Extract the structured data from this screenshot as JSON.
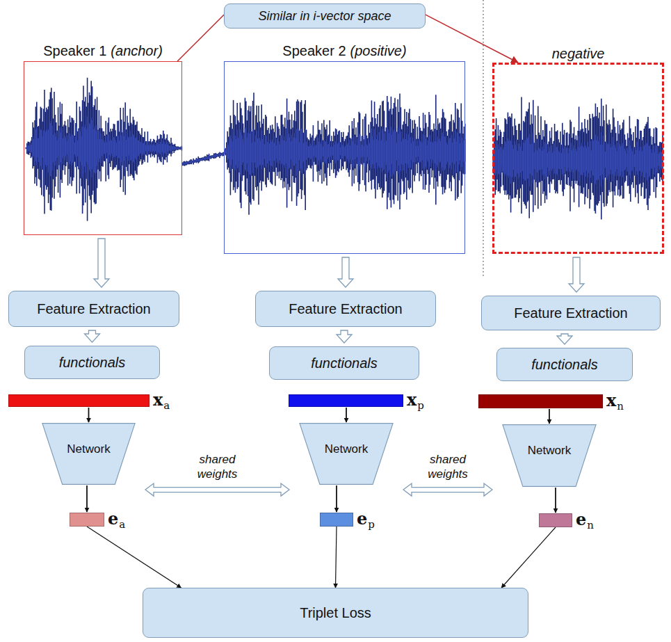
{
  "diagram": {
    "nodes": [
      {
        "text": [
          "Similar in i-vector space"
        ]
      },
      {
        "text": [
          "Speaker 1",
          "(anchor)"
        ]
      },
      {
        "text": [
          "Speaker 2",
          "(positive)"
        ]
      },
      {
        "text": [
          "negative"
        ]
      },
      {
        "text": [
          "Feature Extraction"
        ]
      },
      {
        "text": [
          "Feature Extraction"
        ]
      },
      {
        "text": [
          "Feature Extraction"
        ]
      },
      {
        "text": [
          "functionals"
        ]
      },
      {
        "text": [
          "functionals"
        ]
      },
      {
        "text": [
          "functionals"
        ]
      },
      {
        "text": [
          "x",
          "a"
        ]
      },
      {
        "text": [
          "x",
          "p"
        ]
      },
      {
        "text": [
          "x",
          "n"
        ]
      },
      {
        "text": [
          "Network"
        ]
      },
      {
        "text": [
          "Network"
        ]
      },
      {
        "text": [
          "Network"
        ]
      },
      {
        "text": [
          "e",
          "a"
        ]
      },
      {
        "text": [
          "e",
          "p"
        ]
      },
      {
        "text": [
          "e",
          "n"
        ]
      },
      {
        "text": [
          "Triplet Loss"
        ]
      }
    ],
    "edges": [
      {
        "from": 0,
        "to": 1,
        "arrow": "none"
      },
      {
        "from": 0,
        "to": 3,
        "arrow": "to"
      },
      {
        "from": 1,
        "to": 4,
        "arrow": "to"
      },
      {
        "from": 2,
        "to": 5,
        "arrow": "to"
      },
      {
        "from": 3,
        "to": 6,
        "arrow": "to"
      },
      {
        "from": 4,
        "to": 7,
        "arrow": "to"
      },
      {
        "from": 5,
        "to": 8,
        "arrow": "to"
      },
      {
        "from": 6,
        "to": 9,
        "arrow": "to"
      },
      {
        "from": 10,
        "to": 13,
        "arrow": "to"
      },
      {
        "from": 11,
        "to": 14,
        "arrow": "to"
      },
      {
        "from": 12,
        "to": 15,
        "arrow": "to"
      },
      {
        "from": 13,
        "to": 16,
        "arrow": "to"
      },
      {
        "from": 14,
        "to": 17,
        "arrow": "to"
      },
      {
        "from": 15,
        "to": 18,
        "arrow": "to"
      },
      {
        "from": 16,
        "to": 19,
        "arrow": "to"
      },
      {
        "from": 17,
        "to": 19,
        "arrow": "to"
      },
      {
        "from": 18,
        "to": 19,
        "arrow": "to"
      },
      {
        "from": 13,
        "to": 14,
        "label": "shared weights",
        "arrow": "both"
      },
      {
        "from": 14,
        "to": 15,
        "label": "shared weights",
        "arrow": "both"
      }
    ]
  }
}
